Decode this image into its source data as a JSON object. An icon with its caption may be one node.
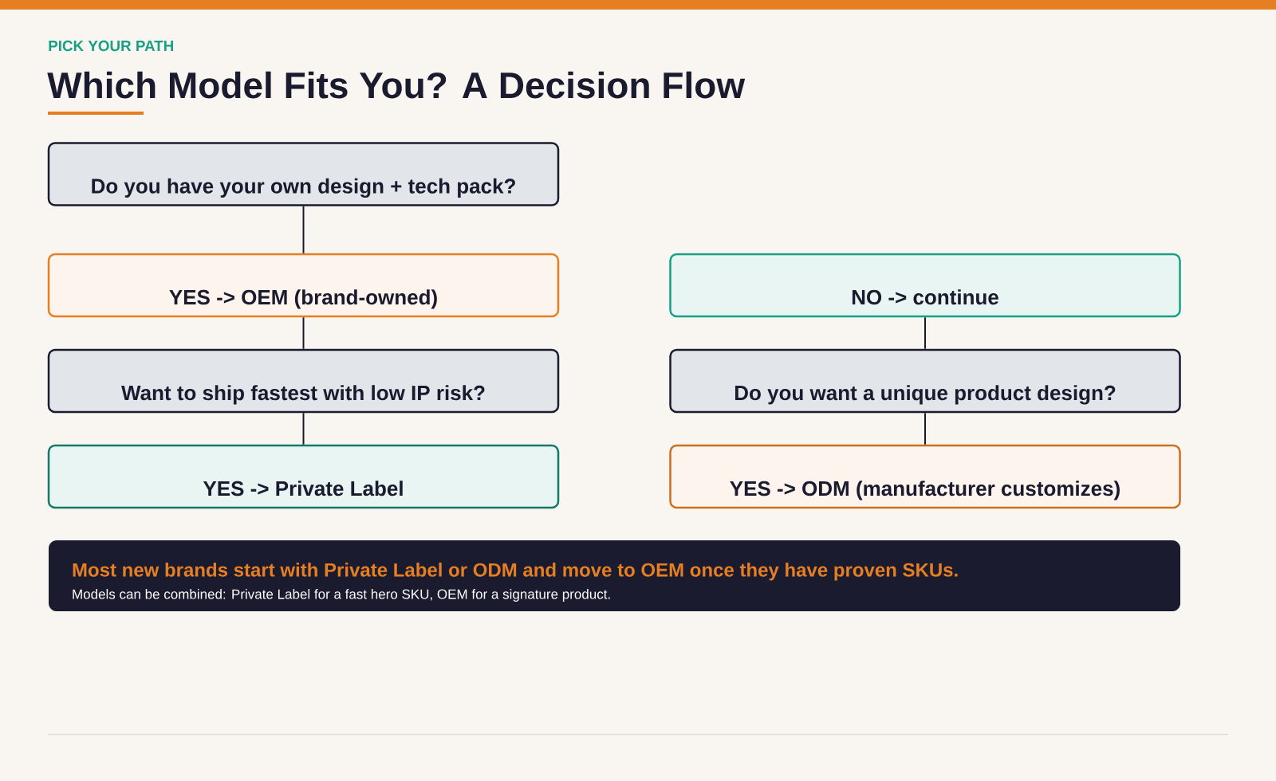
{
  "diagram": {
    "title": "Which Model Fits You? A Decision Flow",
    "nodes": [
      {
        "text": [
          "Do you have your own design + tech pack?"
        ]
      },
      {
        "text": [
          "YES -> OEM (brand-owned)"
        ]
      },
      {
        "text": [
          "NO -> continue"
        ]
      },
      {
        "text": [
          "Want to ship fastest with low IP risk?"
        ]
      },
      {
        "text": [
          "Do you want a unique product design?"
        ]
      },
      {
        "text": [
          "YES -> Private Label"
        ]
      },
      {
        "text": [
          "YES -> ODM (manufacturer customizes)"
        ]
      },
      {
        "text": [
          "Most new brands start with Private Label or ODM and move to OEM once they have proven SKUs.",
          "Models can be combined: Private Label for a fast hero SKU, OEM for a signature product."
        ]
      }
    ],
    "edges": [
      {
        "from": 0,
        "to": 1,
        "arrow": "none"
      },
      {
        "from": 1,
        "to": 3,
        "arrow": "none"
      },
      {
        "from": 3,
        "to": 5,
        "arrow": "none"
      },
      {
        "from": 2,
        "to": 4,
        "arrow": "none"
      },
      {
        "from": 4,
        "to": 6,
        "arrow": "none"
      }
    ],
    "labels": [
      "PICK YOUR PATH"
    ]
  }
}
